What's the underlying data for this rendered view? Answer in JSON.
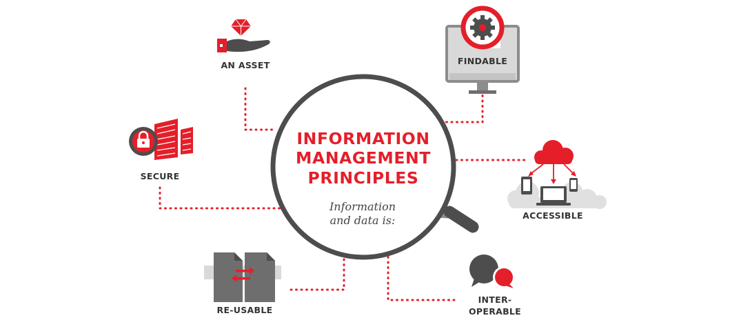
{
  "center": {
    "title_lines": [
      "INFORMATION",
      "MANAGEMENT",
      "PRINCIPLES"
    ],
    "subtitle_lines": [
      "Information",
      "and data is:"
    ]
  },
  "principles": {
    "asset": "AN ASSET",
    "findable": "FINDABLE",
    "secure": "SECURE",
    "accessible": "ACCESSIBLE",
    "reusable": "RE-USABLE",
    "interoperable_line1": "INTER-",
    "interoperable_line2": "OPERABLE"
  },
  "colors": {
    "accent_red": "#e41f2a",
    "dark_gray": "#4d4d4d",
    "mid_gray": "#8c8c8c",
    "light_gray": "#d9d9d9"
  },
  "icons": [
    "ruby-hand-icon",
    "monitor-gear-icon",
    "server-lock-icon",
    "cloud-devices-icon",
    "documents-arrows-icon",
    "chat-bubbles-icon",
    "magnifying-glass-icon"
  ]
}
